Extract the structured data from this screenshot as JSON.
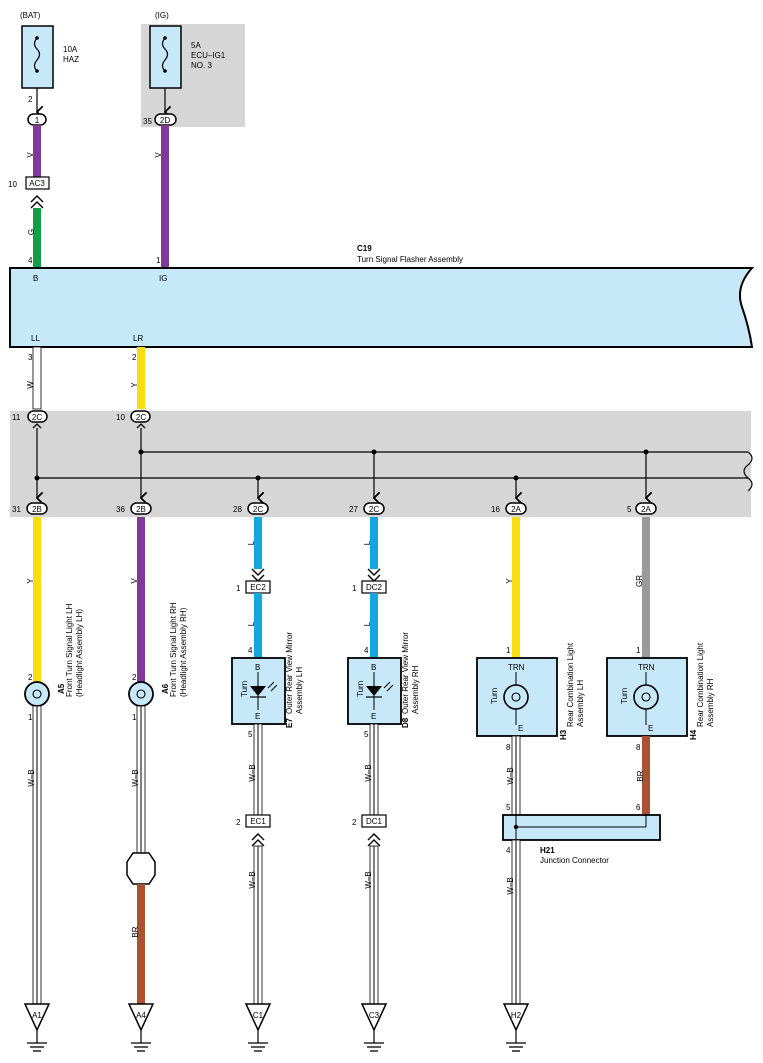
{
  "sources": {
    "bat": "(BAT)",
    "ig": "(IG)"
  },
  "fuse_haz": {
    "rating": "10A",
    "name": "HAZ",
    "pin": "2"
  },
  "fuse_ecu": {
    "rating": "5A",
    "name_1": "ECU–IG1",
    "name_2": "NO. 3",
    "pin": "35"
  },
  "connectors": {
    "c1": "1",
    "c2d": "2D",
    "ac3": "AC3",
    "ac3_pin": "10",
    "c2c_a": "2C",
    "c2c_a_pin": "11",
    "c2c_b": "2C",
    "c2c_b_pin": "10",
    "b1": "2B",
    "b1_pin": "31",
    "b2": "2B",
    "b2_pin": "36",
    "b3": "2C",
    "b3_pin": "28",
    "b4": "2C",
    "b4_pin": "27",
    "b5": "2A",
    "b5_pin": "16",
    "b6": "2A",
    "b6_pin": "5",
    "ec2": "EC2",
    "ec2_pin": "1",
    "dc2": "DC2",
    "dc2_pin": "1",
    "ec1": "EC1",
    "ec1_pin": "2",
    "dc1": "DC1",
    "dc1_pin": "2"
  },
  "wires": {
    "v1": "V",
    "v2": "V",
    "g": "G",
    "w": "W",
    "y1": "Y",
    "y_top": "Y",
    "v3": "V",
    "l1": "L",
    "l2": "L",
    "l3": "L",
    "l4": "L",
    "y2": "Y",
    "gr": "GR",
    "wb1": "W–B",
    "wb2": "W–B",
    "wb3": "W–B",
    "wb4": "W–B",
    "wb5": "W–B",
    "wb6": "W–B",
    "wb7": "W–B",
    "wb8": "W–B",
    "br1": "BR",
    "br2": "BR"
  },
  "flasher": {
    "code": "C19",
    "name": "Turn Signal Flasher Assembly",
    "pin_b": "B",
    "pin_b_num": "4",
    "pin_ig": "IG",
    "pin_ig_num": "1",
    "pin_ll": "LL",
    "pin_ll_num": "3",
    "pin_lr": "LR",
    "pin_lr_num": "2"
  },
  "components": {
    "a5": {
      "code": "A5",
      "line1": "Front Turn Signal Light LH",
      "line2": "(Headlight Assembly LH)",
      "pin_top": "2",
      "pin_bot": "1"
    },
    "a6": {
      "code": "A6",
      "line1": "Front Turn Signal Light RH",
      "line2": "(Headlight Assembly RH)",
      "pin_top": "2",
      "pin_bot": "1"
    },
    "e7": {
      "code": "E7",
      "line1": "Outer Rear View Mirror",
      "line2": "Assembly LH",
      "pin_b": "B",
      "pin_e": "E",
      "label": "Turn",
      "pin_top": "4",
      "pin_bot": "5"
    },
    "d8": {
      "code": "D8",
      "line1": "Outer Rear View Mirror",
      "line2": "Assembly RH",
      "pin_b": "B",
      "pin_e": "E",
      "label": "Turn",
      "pin_top": "4",
      "pin_bot": "5"
    },
    "h3": {
      "code": "H3",
      "line1": "Rear Combination Light",
      "line2": "Assembly LH",
      "pin_trn": "TRN",
      "pin_e": "E",
      "label": "Turn",
      "pin_top": "1",
      "pin_bot": "8"
    },
    "h4": {
      "code": "H4",
      "line1": "Rear Combination Light",
      "line2": "Assembly RH",
      "pin_trn": "TRN",
      "pin_e": "E",
      "label": "Turn",
      "pin_top": "1",
      "pin_bot": "8"
    },
    "h21": {
      "code": "H21",
      "name": "Junction Connector",
      "pin_left": "5",
      "pin_right": "6",
      "pin_bot": "4"
    }
  },
  "grounds": {
    "g1": "A1",
    "g2": "A4",
    "g3": "C1",
    "g4": "C3",
    "g5": "H2"
  },
  "colors": {
    "violet": "#7e3c97",
    "green": "#119f4a",
    "yellow": "#f7de10",
    "blue": "#14a6e0",
    "grey": "#9a9a9a",
    "brown": "#a85431",
    "flasher_fill": "#c6e8f8",
    "shade": "#d6d6d6"
  }
}
